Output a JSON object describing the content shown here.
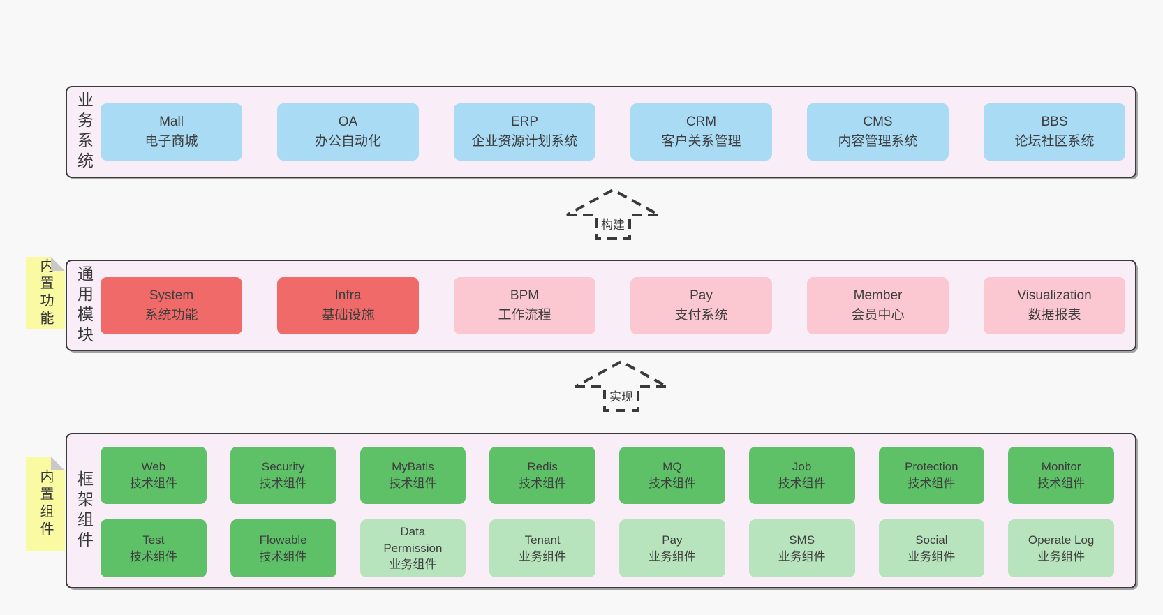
{
  "colors": {
    "page_bg": "#f8f8f8",
    "panel": "#f9eef8",
    "border": "#3a3a3a",
    "text": "#3d3d3d",
    "blue": "#a9dbf5",
    "red": "#f16a6a",
    "pink": "#fbc7d1",
    "green": "#5ec168",
    "green_light": "#b7e4bd",
    "sticky": "#fafaa2",
    "fold": "#c9c9c9"
  },
  "arrows": [
    {
      "label": "构建"
    },
    {
      "label": "实现"
    }
  ],
  "stickies": [
    {
      "label": "内置功能"
    },
    {
      "label": "内置组件"
    }
  ],
  "layers": [
    {
      "id": "business",
      "label": "业务系统",
      "boxes": [
        {
          "name": "Mall",
          "sub": "电子商城",
          "variant": "blue"
        },
        {
          "name": "OA",
          "sub": "办公自动化",
          "variant": "blue"
        },
        {
          "name": "ERP",
          "sub": "企业资源计划系统",
          "variant": "blue"
        },
        {
          "name": "CRM",
          "sub": "客户关系管理",
          "variant": "blue"
        },
        {
          "name": "CMS",
          "sub": "内容管理系统",
          "variant": "blue"
        },
        {
          "name": "BBS",
          "sub": "论坛社区系统",
          "variant": "blue"
        }
      ]
    },
    {
      "id": "modules",
      "label": "通用模块",
      "boxes": [
        {
          "name": "System",
          "sub": "系统功能",
          "variant": "red"
        },
        {
          "name": "Infra",
          "sub": "基础设施",
          "variant": "red"
        },
        {
          "name": "BPM",
          "sub": "工作流程",
          "variant": "pink"
        },
        {
          "name": "Pay",
          "sub": "支付系统",
          "variant": "pink"
        },
        {
          "name": "Member",
          "sub": "会员中心",
          "variant": "pink"
        },
        {
          "name": "Visualization",
          "sub": "数据报表",
          "variant": "pink"
        }
      ]
    },
    {
      "id": "components",
      "label": "框架组件",
      "boxes": [
        {
          "name": "Web",
          "sub": "技术组件",
          "variant": "green"
        },
        {
          "name": "Security",
          "sub": "技术组件",
          "variant": "green"
        },
        {
          "name": "MyBatis",
          "sub": "技术组件",
          "variant": "green"
        },
        {
          "name": "Redis",
          "sub": "技术组件",
          "variant": "green"
        },
        {
          "name": "MQ",
          "sub": "技术组件",
          "variant": "green"
        },
        {
          "name": "Job",
          "sub": "技术组件",
          "variant": "green"
        },
        {
          "name": "Protection",
          "sub": "技术组件",
          "variant": "green"
        },
        {
          "name": "Monitor",
          "sub": "技术组件",
          "variant": "green"
        },
        {
          "name": "Test",
          "sub": "技术组件",
          "variant": "green"
        },
        {
          "name": "Flowable",
          "sub": "技术组件",
          "variant": "green"
        },
        {
          "name": "Data Permission",
          "sub": "业务组件",
          "variant": "green_light"
        },
        {
          "name": "Tenant",
          "sub": "业务组件",
          "variant": "green_light"
        },
        {
          "name": "Pay",
          "sub": "业务组件",
          "variant": "green_light"
        },
        {
          "name": "SMS",
          "sub": "业务组件",
          "variant": "green_light"
        },
        {
          "name": "Social",
          "sub": "业务组件",
          "variant": "green_light"
        },
        {
          "name": "Operate Log",
          "sub": "业务组件",
          "variant": "green_light"
        }
      ]
    }
  ]
}
